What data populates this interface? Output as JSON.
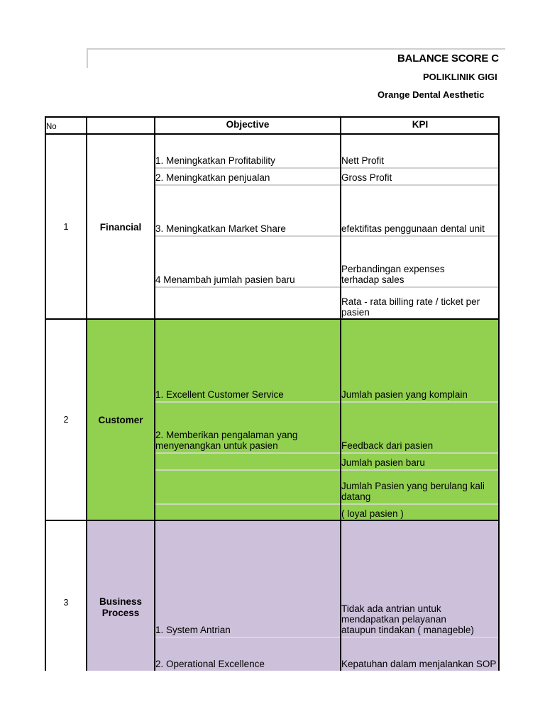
{
  "header": {
    "title": "BALANCE SCORE C",
    "subtitle": "POLIKLINIK GIGI",
    "clinic": "Orange Dental Aesthetic"
  },
  "table": {
    "columns": {
      "no": "No",
      "perspective": "",
      "objective": "Objective",
      "kpi": "KPI"
    },
    "sections": [
      {
        "no": "1",
        "perspective": "Financial",
        "objectives": [
          "1. Meningkatkan Profitability",
          "2. Meningkatkan penjualan",
          "3. Meningkatkan Market Share",
          "4 Menambah jumlah pasien baru",
          ""
        ],
        "kpis": [
          "Nett Profit",
          "Gross Profit",
          "efektifitas penggunaan dental unit",
          "Perbandingan expenses terhadap sales",
          "Rata - rata billing rate / ticket per pasien"
        ]
      },
      {
        "no": "2",
        "perspective": "Customer",
        "objectives": [
          "1. Excellent Customer Service",
          "2. Memberikan pengalaman yang menyenangkan untuk pasien",
          "",
          "",
          ""
        ],
        "kpis": [
          "Jumlah pasien yang komplain",
          "Feedback dari pasien",
          "Jumlah pasien baru",
          "Jumlah Pasien yang berulang kali datang",
          "( loyal pasien )"
        ]
      },
      {
        "no": "3",
        "perspective": "Business Process",
        "objectives": [
          "1. System Antrian",
          "2. Operational Excellence"
        ],
        "kpis": [
          "Tidak ada antrian untuk mendapatkan pelayanan ataupun tindakan ( manageble)",
          "Kepatuhan dalam menjalankan SOP"
        ]
      }
    ]
  },
  "colors": {
    "customer_fill": "#92d050",
    "business_fill": "#ccc0da",
    "grid_light": "#d0d0d0",
    "grid_dark": "#000000"
  }
}
